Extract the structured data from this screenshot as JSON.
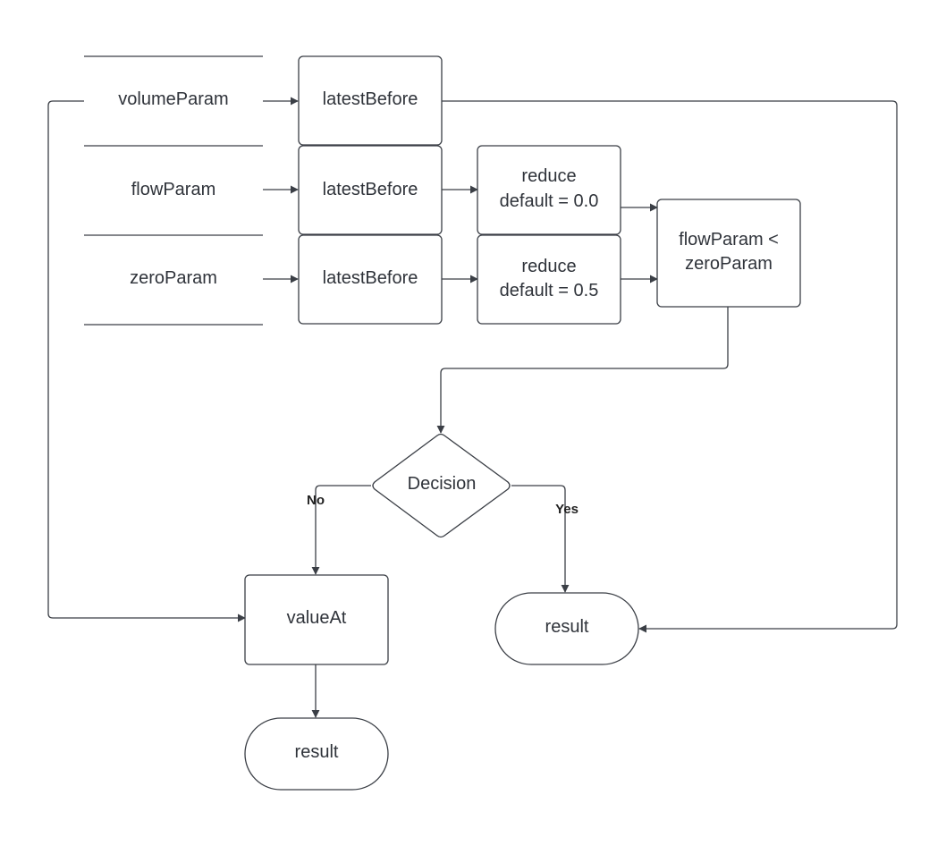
{
  "diagram": {
    "inputs": {
      "volume": "volumeParam",
      "flow": "flowParam",
      "zero": "zeroParam"
    },
    "latest_before": {
      "volume": "latestBefore",
      "flow": "latestBefore",
      "zero": "latestBefore"
    },
    "reduce_flow": {
      "line1": "reduce",
      "line2": "default = 0.0"
    },
    "reduce_zero": {
      "line1": "reduce",
      "line2": "default = 0.5"
    },
    "compare": {
      "line1": "flowParam <",
      "line2": "zeroParam"
    },
    "decision": "Decision",
    "edges": {
      "no": "No",
      "yes": "Yes"
    },
    "value_at": "valueAt",
    "result_yes": "result",
    "result_no": "result"
  }
}
